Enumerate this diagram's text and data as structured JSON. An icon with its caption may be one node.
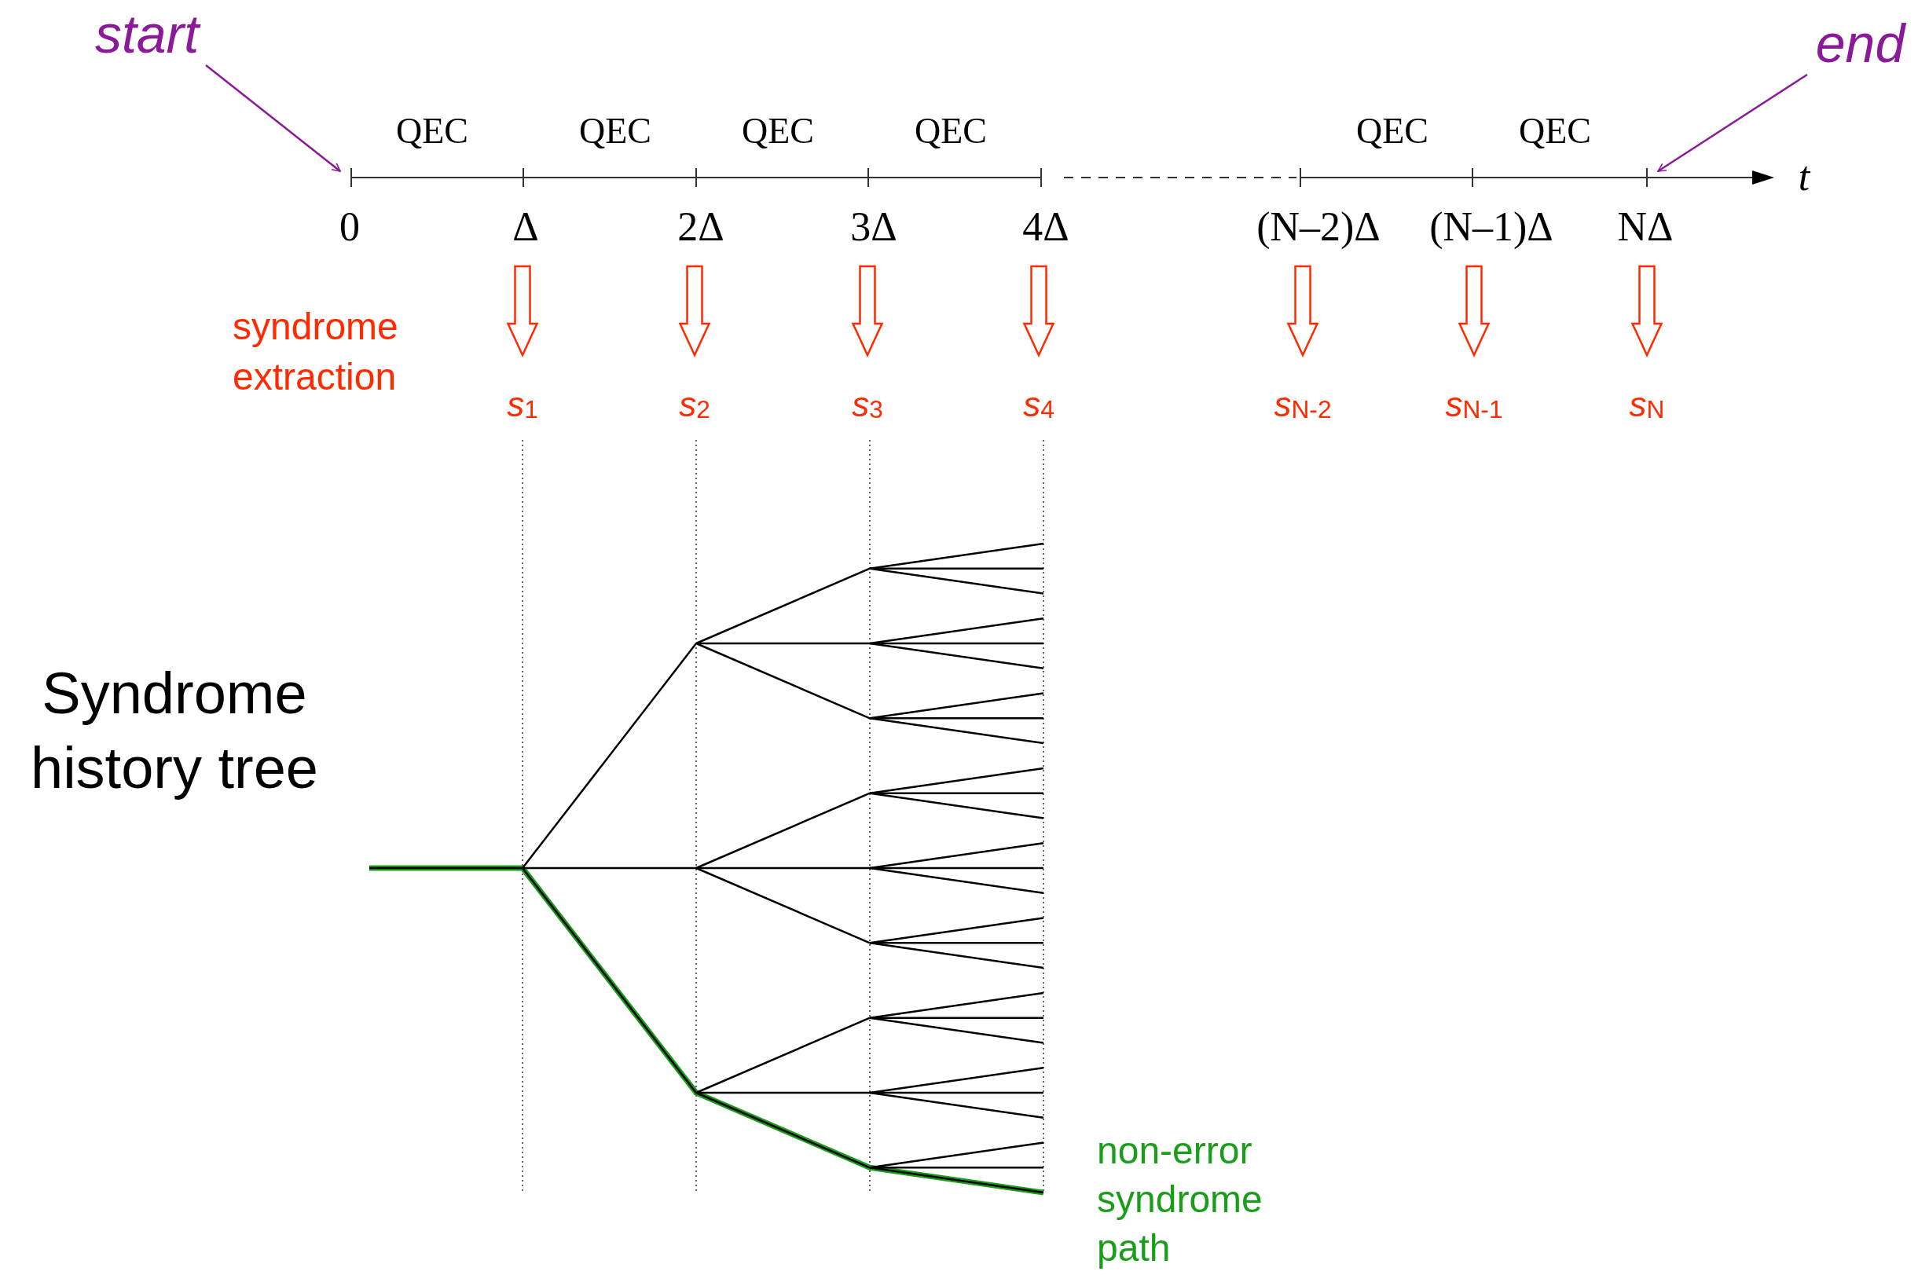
{
  "diagram": {
    "nodes": [
      {
        "text": [
          "start"
        ]
      },
      {
        "text": [
          "end"
        ]
      },
      {
        "text": [
          "0"
        ]
      },
      {
        "text": [
          "Δ"
        ]
      },
      {
        "text": [
          "2Δ"
        ]
      },
      {
        "text": [
          "3Δ"
        ]
      },
      {
        "text": [
          "4Δ"
        ]
      },
      {
        "text": [
          "(N–2)Δ"
        ]
      },
      {
        "text": [
          "(N–1)Δ"
        ]
      },
      {
        "text": [
          "NΔ"
        ]
      },
      {
        "text": [
          "*s*$_{1}$"
        ]
      },
      {
        "text": [
          "*s*$_{2}$"
        ]
      },
      {
        "text": [
          "*s*$_{3}$"
        ]
      },
      {
        "text": [
          "*s*$_{4}$"
        ]
      },
      {
        "text": [
          "*s*$_{N-2}$"
        ]
      },
      {
        "text": [
          "*s*$_{N-1}$"
        ]
      },
      {
        "text": [
          "*s*$_{N}$"
        ]
      }
    ],
    "edges": [
      {
        "from": 0,
        "to": 2,
        "arrow": "to",
        "color": "#8b1a99"
      },
      {
        "from": 1,
        "to": 9,
        "arrow": "to",
        "color": "#8b1a99"
      },
      {
        "from": 3,
        "to": 10,
        "arrow": "to",
        "style": "thick"
      },
      {
        "from": 4,
        "to": 11,
        "arrow": "to",
        "style": "thick"
      },
      {
        "from": 5,
        "to": 12,
        "arrow": "to",
        "style": "thick"
      },
      {
        "from": 6,
        "to": 13,
        "arrow": "to",
        "style": "thick"
      },
      {
        "from": 7,
        "to": 14,
        "arrow": "to",
        "style": "thick"
      },
      {
        "from": 8,
        "to": 15,
        "arrow": "to",
        "style": "thick"
      },
      {
        "from": 9,
        "to": 16,
        "arrow": "to",
        "style": "thick"
      }
    ],
    "labels": [
      "QEC",
      "QEC",
      "QEC",
      "QEC",
      "QEC",
      "QEC",
      "t",
      "syndrome extraction",
      "Syndrome history tree",
      "non-error syndrome path"
    ]
  }
}
